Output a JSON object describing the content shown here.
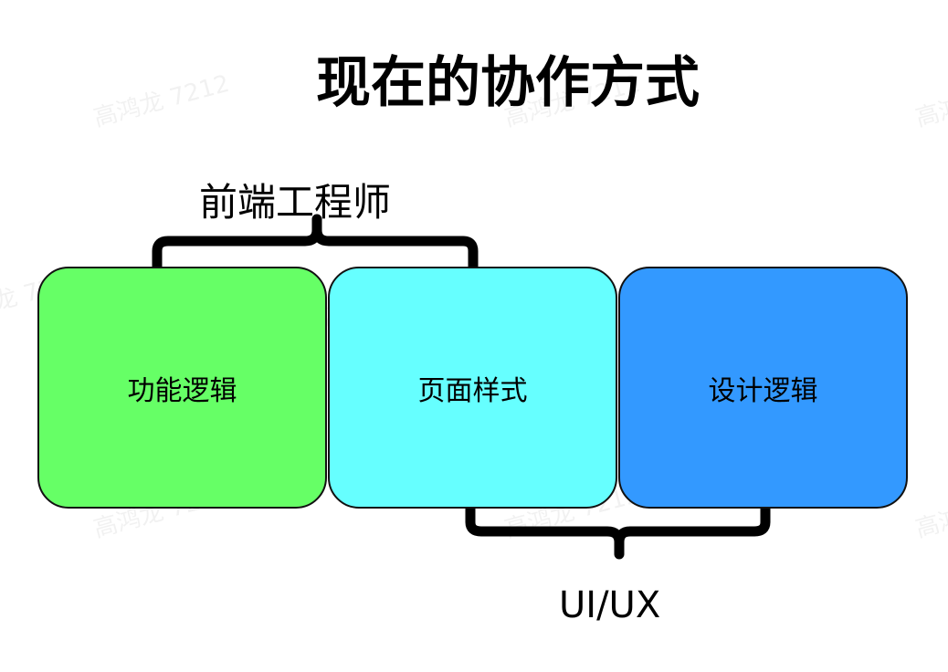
{
  "title": "现在的协作方式",
  "watermark": "高鸿龙 7212",
  "brace_top": {
    "label": "前端工程师"
  },
  "brace_bottom": {
    "label": "UI/UX"
  },
  "boxes": [
    {
      "label": "功能逻辑",
      "color": "#66ff66"
    },
    {
      "label": "页面样式",
      "color": "#66ffff"
    },
    {
      "label": "设计逻辑",
      "color": "#3399ff"
    }
  ]
}
